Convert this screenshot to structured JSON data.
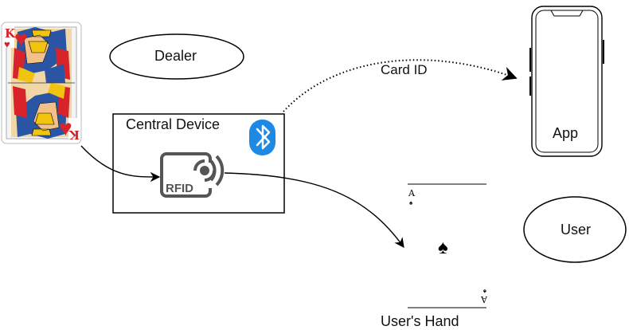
{
  "labels": {
    "dealer": "Dealer",
    "central_device": "Central Device",
    "rfid": "RFID",
    "card_id": "Card ID",
    "app": "App",
    "user": "User",
    "users_hand": "User's Hand"
  },
  "cards": {
    "dealer_card": {
      "rank": "K",
      "suit": "hearts",
      "suit_glyph": "♥"
    },
    "hand_card": {
      "rank": "A",
      "suit": "spades",
      "suit_glyph": "♠"
    }
  },
  "icons": [
    "king-of-hearts-card",
    "bluetooth-icon",
    "rfid-icon",
    "smartphone-icon",
    "ace-of-spades-card"
  ],
  "colors": {
    "bluetooth": "#1e88e5",
    "rfid": "#555555",
    "heart_red": "#d8232a",
    "line": "#000000"
  }
}
